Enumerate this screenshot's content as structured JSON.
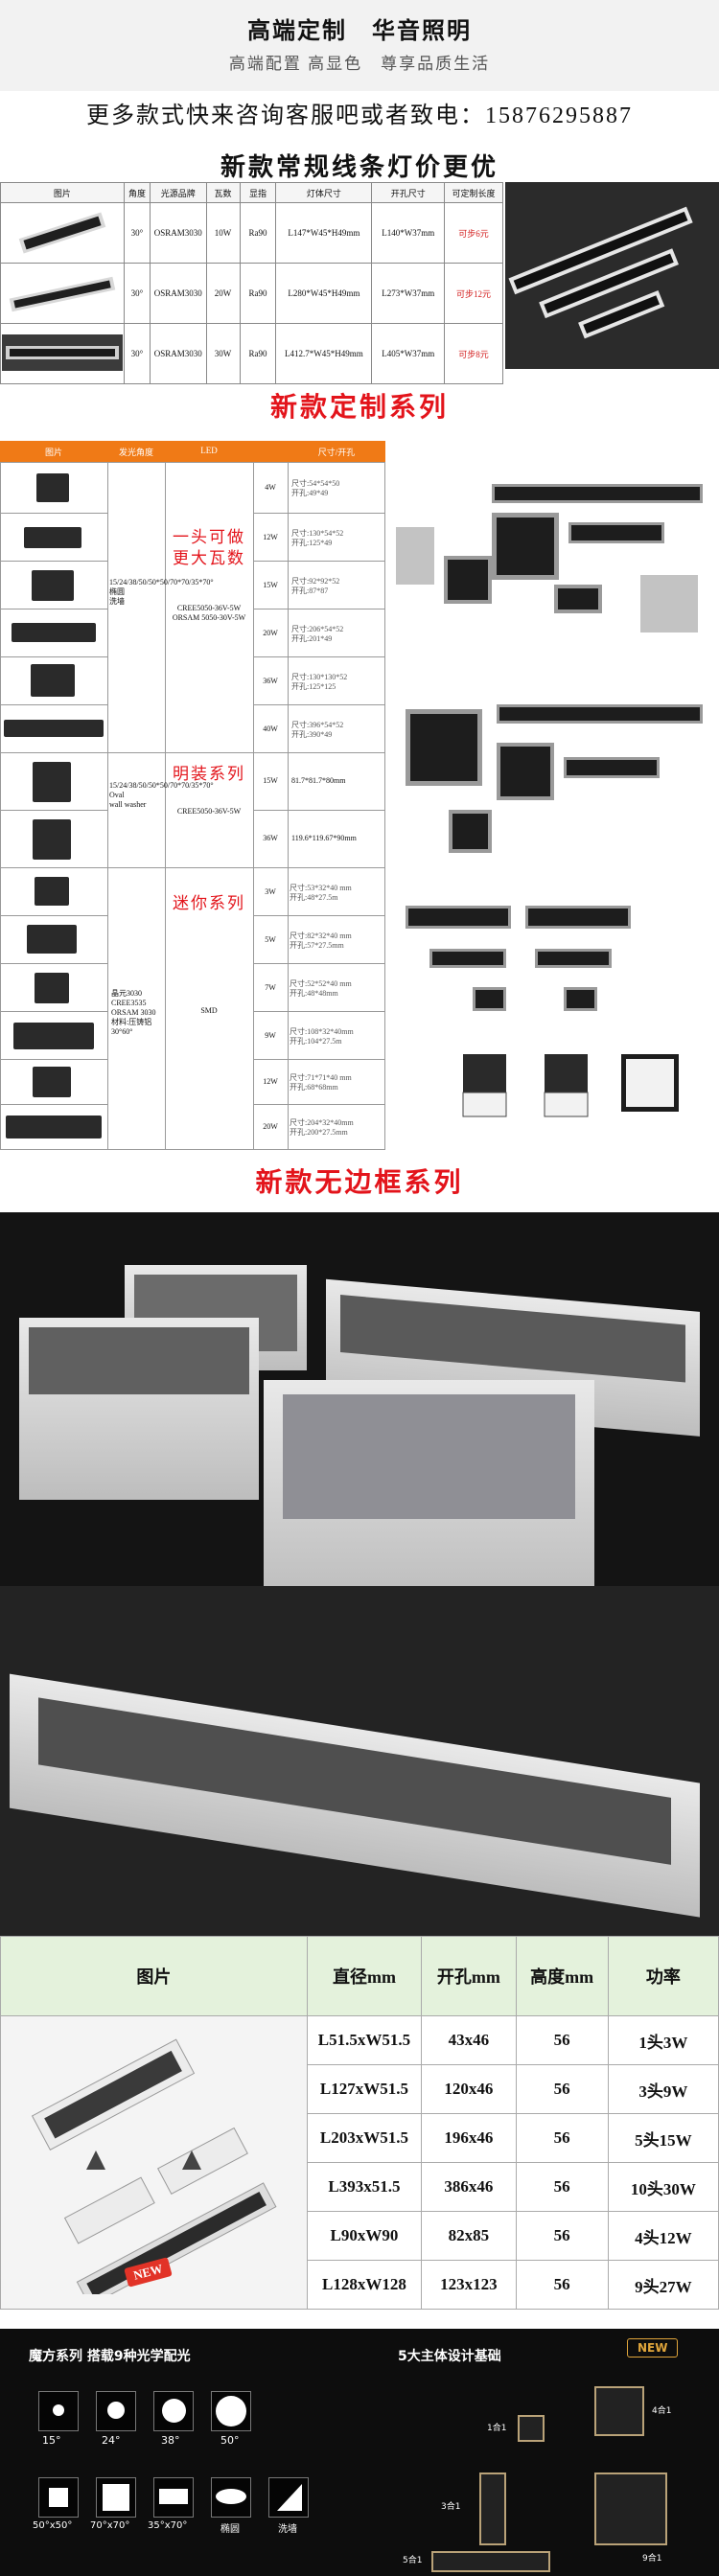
{
  "header": {
    "brand_title": "高端定制　华音照明",
    "subtitle": "高端配置 高显色　尊享品质生活"
  },
  "contact_line": "更多款式快来咨询客服吧或者致电：15876295887",
  "section1": {
    "title": "新款常规线条灯价更优",
    "headers": [
      "图片",
      "角度",
      "光源品牌",
      "瓦数",
      "显指",
      "灯体尺寸",
      "开孔尺寸",
      "可定制长度"
    ],
    "rows": [
      {
        "angle": "30°",
        "brand": "OSRAM3030",
        "watt": "10W",
        "ra": "Ra90",
        "size": "L147*W45*H49mm",
        "hole": "L140*W37mm",
        "custom": "可步6元"
      },
      {
        "angle": "30°",
        "brand": "OSRAM3030",
        "watt": "20W",
        "ra": "Ra90",
        "size": "L280*W45*H49mm",
        "hole": "L273*W37mm",
        "custom": "可步12元"
      },
      {
        "angle": "30°",
        "brand": "OSRAM3030",
        "watt": "30W",
        "ra": "Ra90",
        "size": "L412.7*W45*H49mm",
        "hole": "L405*W37mm",
        "custom": "可步8元"
      }
    ]
  },
  "section2": {
    "title": "新款定制系列",
    "headers": [
      "图片",
      "发光角度",
      "LED",
      "尺寸/开孔"
    ],
    "group1": {
      "angle": "15/24/38/50/50*50/70*70/35*70°\n椭圆\n洗墙",
      "led": "CREE5050-36V-5W\nORSAM 5050-30V-5W",
      "label": "一头可做\n更大瓦数",
      "rows": [
        {
          "watt": "4W",
          "size": "尺寸:54*54*50\n开孔:49*49"
        },
        {
          "watt": "12W",
          "size": "尺寸:130*54*52\n开孔:125*49"
        },
        {
          "watt": "15W",
          "size": "尺寸:92*92*52\n开孔:87*87"
        },
        {
          "watt": "20W",
          "size": "尺寸:206*54*52\n开孔:201*49"
        },
        {
          "watt": "36W",
          "size": "尺寸:130*130*52\n开孔:125*125"
        },
        {
          "watt": "40W",
          "size": "尺寸:396*54*52\n开孔:390*49"
        }
      ]
    },
    "group2": {
      "angle": "15/24/38/50/50*50/70*70/35*70°\nOval\nwall washer",
      "led": "CREE5050-36V-5W",
      "label": "明装系列",
      "rows": [
        {
          "watt": "15W",
          "size": "81.7*81.7*80mm"
        },
        {
          "watt": "36W",
          "size": "119.6*119.67*90mm"
        }
      ]
    },
    "group3": {
      "angle": "晶元3030\nCREE3535\nORSAM 3030\n材料:压铸铝\n30°60°",
      "led": "SMD",
      "label": "迷你系列",
      "rows": [
        {
          "watt": "3W",
          "size": "尺寸:53*32*40 mm\n开孔:48*27.5m"
        },
        {
          "watt": "5W",
          "size": "尺寸:82*32*40 mm\n开孔:57*27.5mm"
        },
        {
          "watt": "7W",
          "size": "尺寸:52*52*40 mm\n开孔:48*48mm"
        },
        {
          "watt": "9W",
          "size": "尺寸:108*32*40mm\n开孔:104*27.5m"
        },
        {
          "watt": "12W",
          "size": "尺寸:71*71*40 mm\n开孔:68*68mm"
        },
        {
          "watt": "20W",
          "size": "尺寸:204*32*40mm\n开孔:200*27.5mm"
        }
      ]
    }
  },
  "section3": {
    "title": "新款无边框系列"
  },
  "spec_table": {
    "headers": [
      "图片",
      "直径mm",
      "开孔mm",
      "高度mm",
      "功率"
    ],
    "rows": [
      {
        "dia": "L51.5xW51.5",
        "hole": "43x46",
        "height": "56",
        "power": "1头3W"
      },
      {
        "dia": "L127xW51.5",
        "hole": "120x46",
        "height": "56",
        "power": "3头9W"
      },
      {
        "dia": "L203xW51.5",
        "hole": "196x46",
        "height": "56",
        "power": "5头15W"
      },
      {
        "dia": "L393x51.5",
        "hole": "386x46",
        "height": "56",
        "power": "10头30W"
      },
      {
        "dia": "L90xW90",
        "hole": "82x85",
        "height": "56",
        "power": "4头12W"
      },
      {
        "dia": "L128xW128",
        "hole": "123x123",
        "height": "56",
        "power": "9头27W"
      }
    ],
    "new_badge": "NEW"
  },
  "footer": {
    "left_title": "魔方系列 搭载9种光学配光",
    "right_title": "5大主体设计基础",
    "new_badge": "NEW",
    "beams_row1": [
      "15°",
      "24°",
      "38°",
      "50°"
    ],
    "beams_row2": [
      "50°x50°",
      "70°x70°",
      "35°x70°",
      "椭圆",
      "洗墙"
    ],
    "modules": [
      "1合1",
      "3合1",
      "4合1",
      "5合1",
      "9合1"
    ]
  }
}
